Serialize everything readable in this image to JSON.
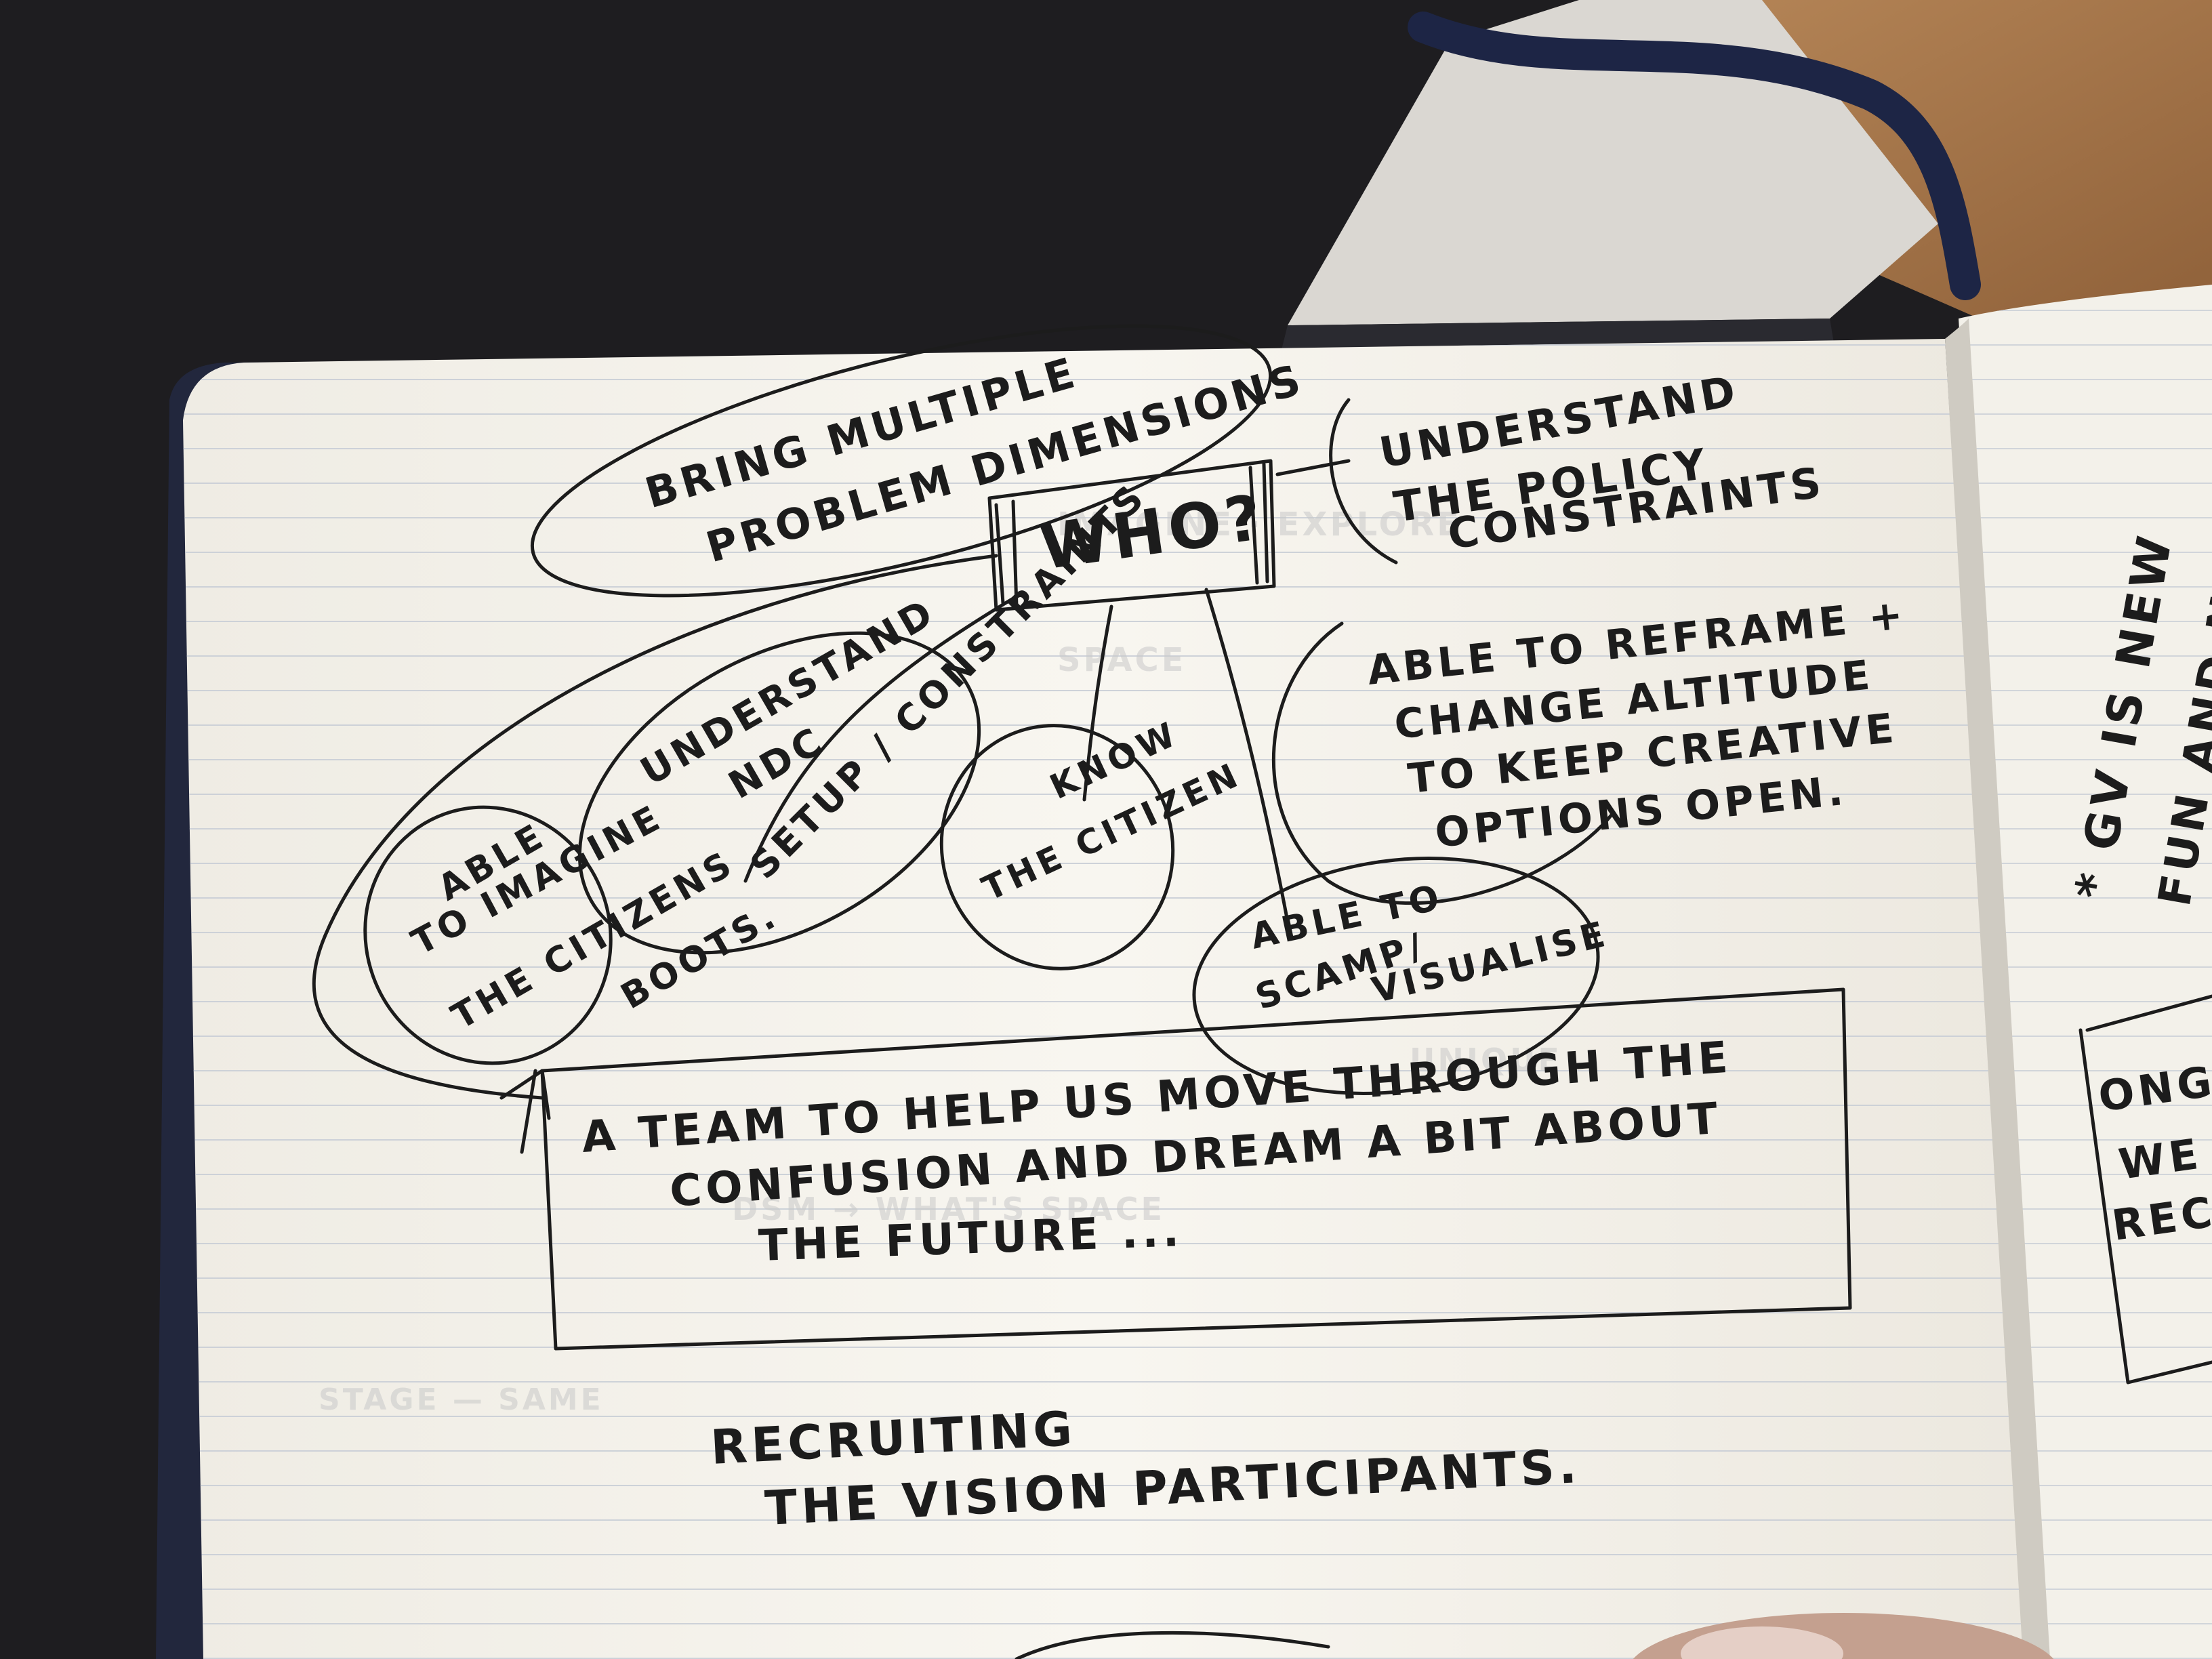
{
  "sketch": {
    "center_label": "WHO?",
    "top_left_bubble": [
      "BRING MULTIPLE",
      "PROBLEM DIMENSIONS"
    ],
    "top_right_note": [
      "UNDERSTAND",
      "THE POLICY",
      "CONSTRAINTS"
    ],
    "understand_ndc": [
      "UNDERSTAND",
      "NDC",
      "SETUP / CONSTRAINTS"
    ],
    "able_imagine": [
      "ABLE",
      "TO IMAGINE",
      "THE CITIZENS",
      "BOOTS."
    ],
    "know_citizen": [
      "KNOW",
      "THE CITIZEN"
    ],
    "reframe": [
      "ABLE TO REFRAME +",
      "CHANGE ALTITUDE",
      "TO KEEP CREATIVE",
      "OPTIONS OPEN."
    ],
    "scamp": [
      "ABLE TO",
      "SCAMP/",
      "VISUALISE"
    ],
    "team_box": [
      "A TEAM TO HELP US MOVE THROUGH THE",
      "CONFUSION AND DREAM A BIT ABOUT",
      "THE FUTURE ..."
    ],
    "footer": [
      "RECRUITING",
      "THE VISION PARTICIPANTS."
    ],
    "right_page": [
      "* GV IS NEW",
      "FUN AND NOW",
      "ONG",
      "WE",
      "REC"
    ]
  },
  "colors": {
    "desk": "#1e1d20",
    "paper": "#f6f4ee",
    "ink": "#1c1c1c",
    "rule_line": "#c8ccd4",
    "strap": "#1d2545",
    "wood": "#a9794c"
  }
}
